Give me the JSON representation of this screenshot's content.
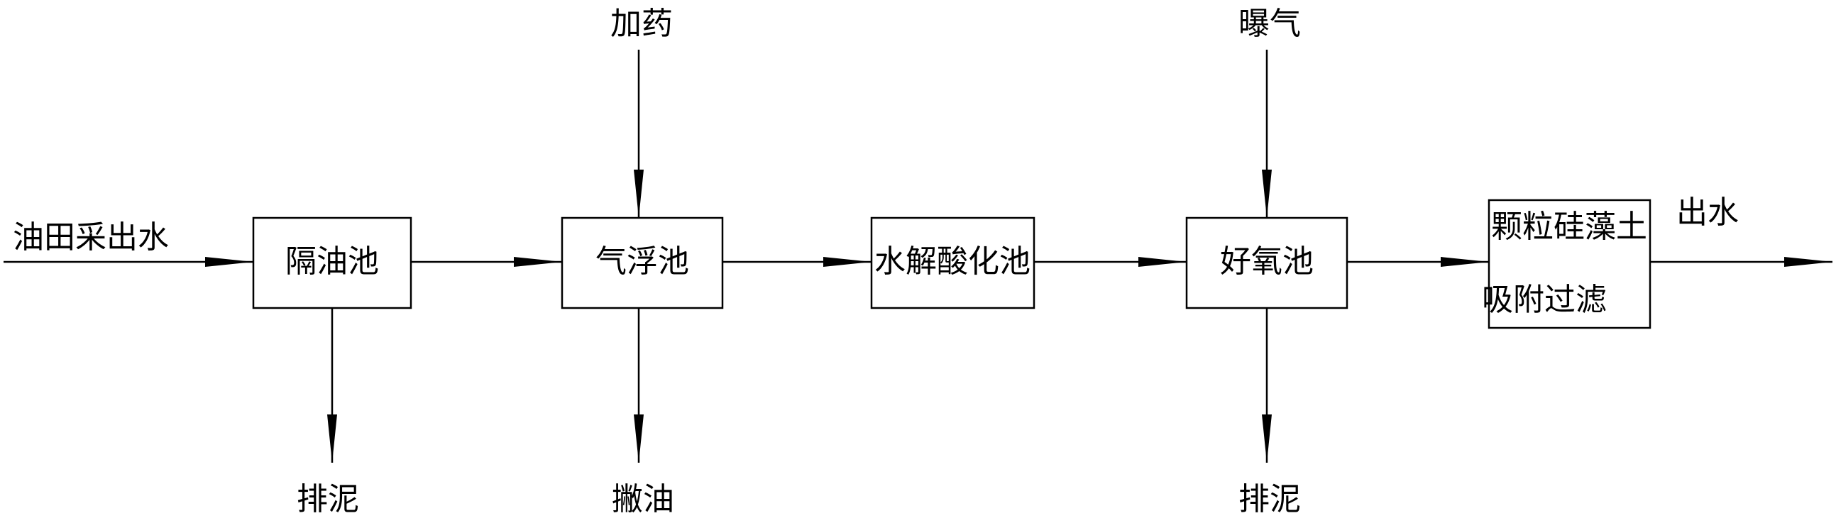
{
  "input_label": "油田采出水",
  "output_label": "出水",
  "units": [
    {
      "label": "隔油池",
      "top": "",
      "bottom": "排泥"
    },
    {
      "label": "气浮池",
      "top": "加药",
      "bottom": "撇油"
    },
    {
      "label": "水解酸化池",
      "top": "",
      "bottom": ""
    },
    {
      "label": "好氧池",
      "top": "曝气",
      "bottom": "排泥"
    },
    {
      "label_lines": [
        "颗粒硅藻土",
        "吸附过滤"
      ],
      "top": "",
      "bottom": ""
    }
  ],
  "colors": {
    "line": "#000000",
    "box_fill": "#ffffff",
    "background": "#ffffff"
  }
}
